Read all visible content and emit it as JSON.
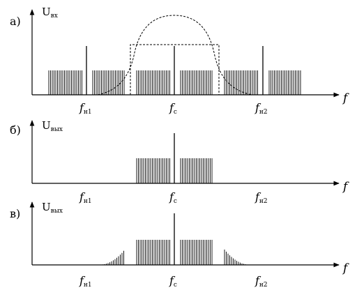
{
  "panels": [
    {
      "letter": "а)",
      "ylabel_main": "U",
      "ylabel_sub": "вх",
      "xlabel": "f",
      "ticks": [
        {
          "main": "f",
          "sub": "н1"
        },
        {
          "main": "f",
          "sub": "с"
        },
        {
          "main": "f",
          "sub": "н2"
        }
      ]
    },
    {
      "letter": "б)",
      "ylabel_main": "U",
      "ylabel_sub": "вых",
      "xlabel": "f",
      "ticks": [
        {
          "main": "f",
          "sub": "н1"
        },
        {
          "main": "f",
          "sub": "с"
        },
        {
          "main": "f",
          "sub": "н2"
        }
      ]
    },
    {
      "letter": "в)",
      "ylabel_main": "U",
      "ylabel_sub": "вых",
      "xlabel": "f",
      "ticks": [
        {
          "main": "f",
          "sub": "н1"
        },
        {
          "main": "f",
          "sub": "с"
        },
        {
          "main": "f",
          "sub": "н2"
        }
      ]
    }
  ]
}
